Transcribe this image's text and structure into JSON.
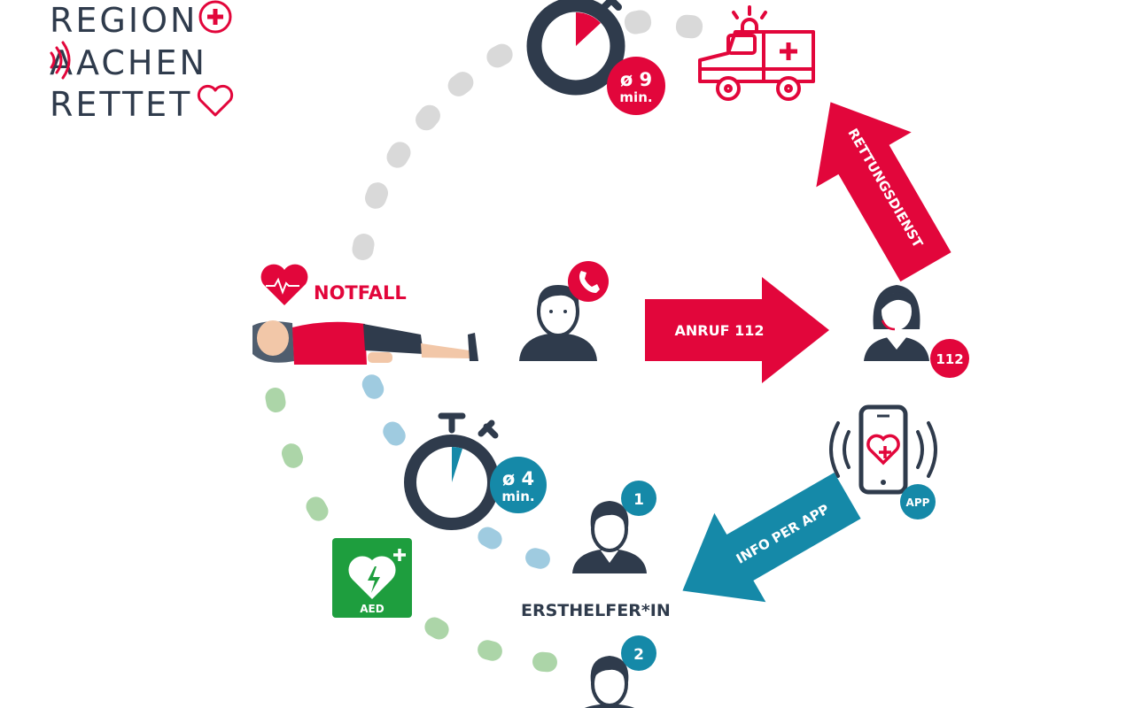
{
  "logo": {
    "line1": "REGION",
    "line2": "AACHEN",
    "line3": "RETTET"
  },
  "ambulance_timer": {
    "value": "ø 9",
    "unit": "min."
  },
  "firstaid_timer": {
    "value": "ø 4",
    "unit": "min."
  },
  "labels": {
    "emergency": "NOTFALL",
    "call_arrow": "ANRUF 112",
    "rescue_arrow": "RETTUNGSDIENST",
    "app_arrow": "INFO PER APP",
    "dispatcher_badge": "112",
    "app_badge": "APP",
    "aed": "AED",
    "first_responder": "ERSTHELFER*IN",
    "responder_1": "1",
    "responder_2": "2"
  },
  "colors": {
    "red": "#e2063b",
    "dark": "#2f3b4c",
    "teal": "#1589a8",
    "green": "#1e9e3e",
    "gray_dots": "#d9d9d9",
    "blue_dots": "#9fcbe0",
    "green_dots": "#acd5a8"
  }
}
